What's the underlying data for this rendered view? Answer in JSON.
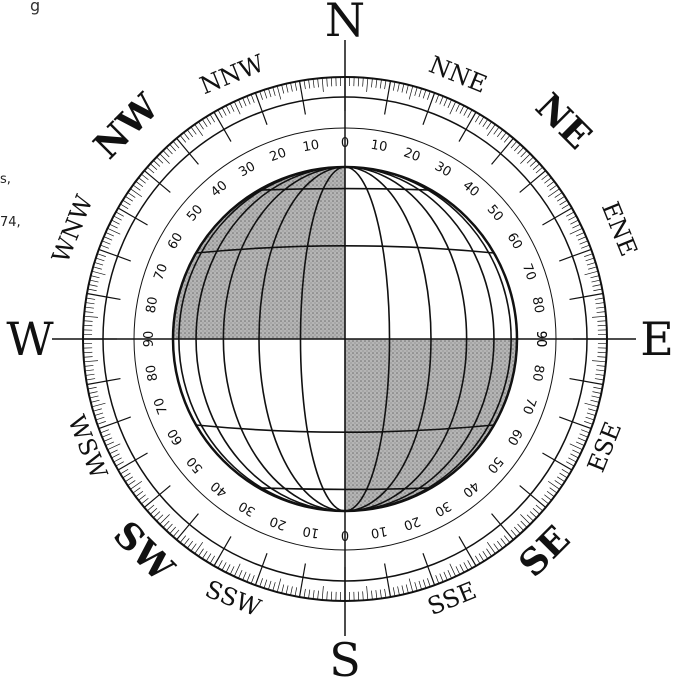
{
  "left_fragments": [
    "s,",
    "74,"
  ],
  "edge_fragment": "g",
  "compass": {
    "cardinals": {
      "N": "N",
      "E": "E",
      "S": "S",
      "W": "W"
    },
    "intercardinals": {
      "NE": "NE",
      "SE": "SE",
      "SW": "SW",
      "NW": "NW"
    },
    "minor": {
      "NNE": "NNE",
      "ENE": "ENE",
      "ESE": "ESE",
      "SSE": "SSE",
      "SSW": "SSW",
      "WSW": "WSW",
      "WNW": "WNW",
      "NNW": "NNW"
    },
    "degree_labels": [
      "0",
      "10",
      "20",
      "30",
      "40",
      "50",
      "60",
      "70",
      "80",
      "90"
    ],
    "colors": {
      "ink": "#111111",
      "shade": "#9a9a9a",
      "paper": "#ffffff"
    }
  }
}
